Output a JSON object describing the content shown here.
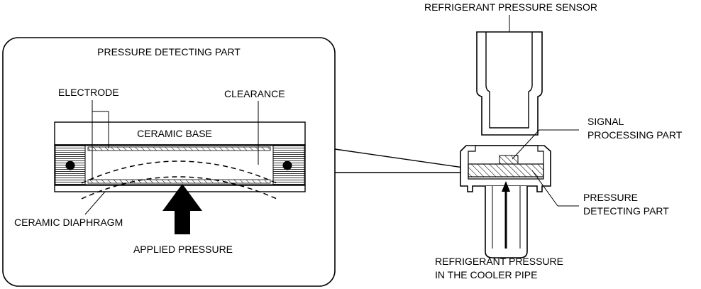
{
  "detail_panel": {
    "title": "PRESSURE DETECTING PART",
    "labels": {
      "electrode": "ELECTRODE",
      "clearance": "CLEARANCE",
      "ceramic_base": "CERAMIC BASE",
      "ceramic_diaphragm": "CERAMIC DIAPHRAGM",
      "applied_pressure": "APPLIED PRESSURE"
    }
  },
  "sensor": {
    "title": "REFRIGERANT PRESSURE SENSOR",
    "signal_processing": [
      "SIGNAL",
      "PROCESSING PART"
    ],
    "pressure_detecting": [
      "PRESSURE",
      "DETECTING PART"
    ],
    "cooler_pipe": [
      "REFRIGERANT PRESSURE",
      "IN THE COOLER PIPE"
    ]
  }
}
